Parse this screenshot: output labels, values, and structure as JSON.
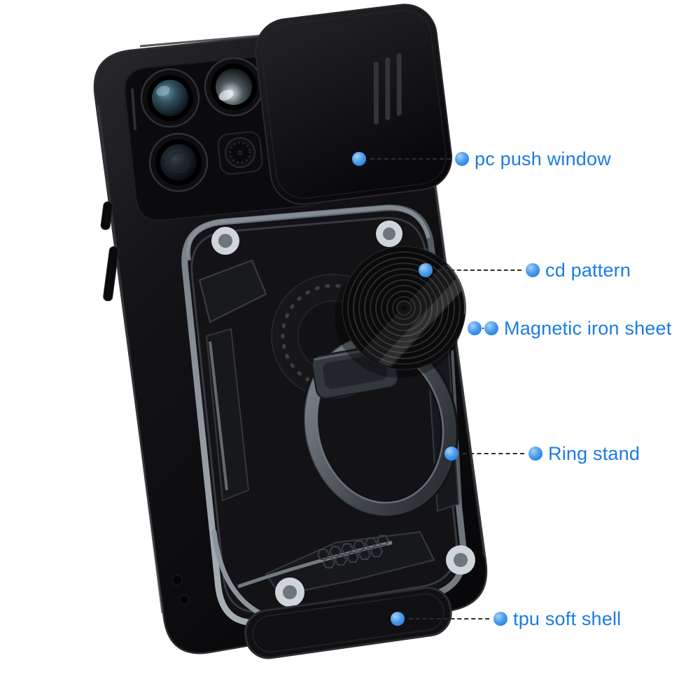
{
  "meta": {
    "background_color": "#ffffff",
    "accent_color": "#1b7ce2",
    "callout_line_color": "#2f2f2f",
    "case_color": "#0b0b0d",
    "metal_edge_color": "#8a9199"
  },
  "annotations": [
    {
      "label": "pc push window"
    },
    {
      "label": "cd pattern"
    },
    {
      "label": "Magnetic iron sheet"
    },
    {
      "label": "Ring stand"
    },
    {
      "label": "tpu soft shell"
    }
  ]
}
